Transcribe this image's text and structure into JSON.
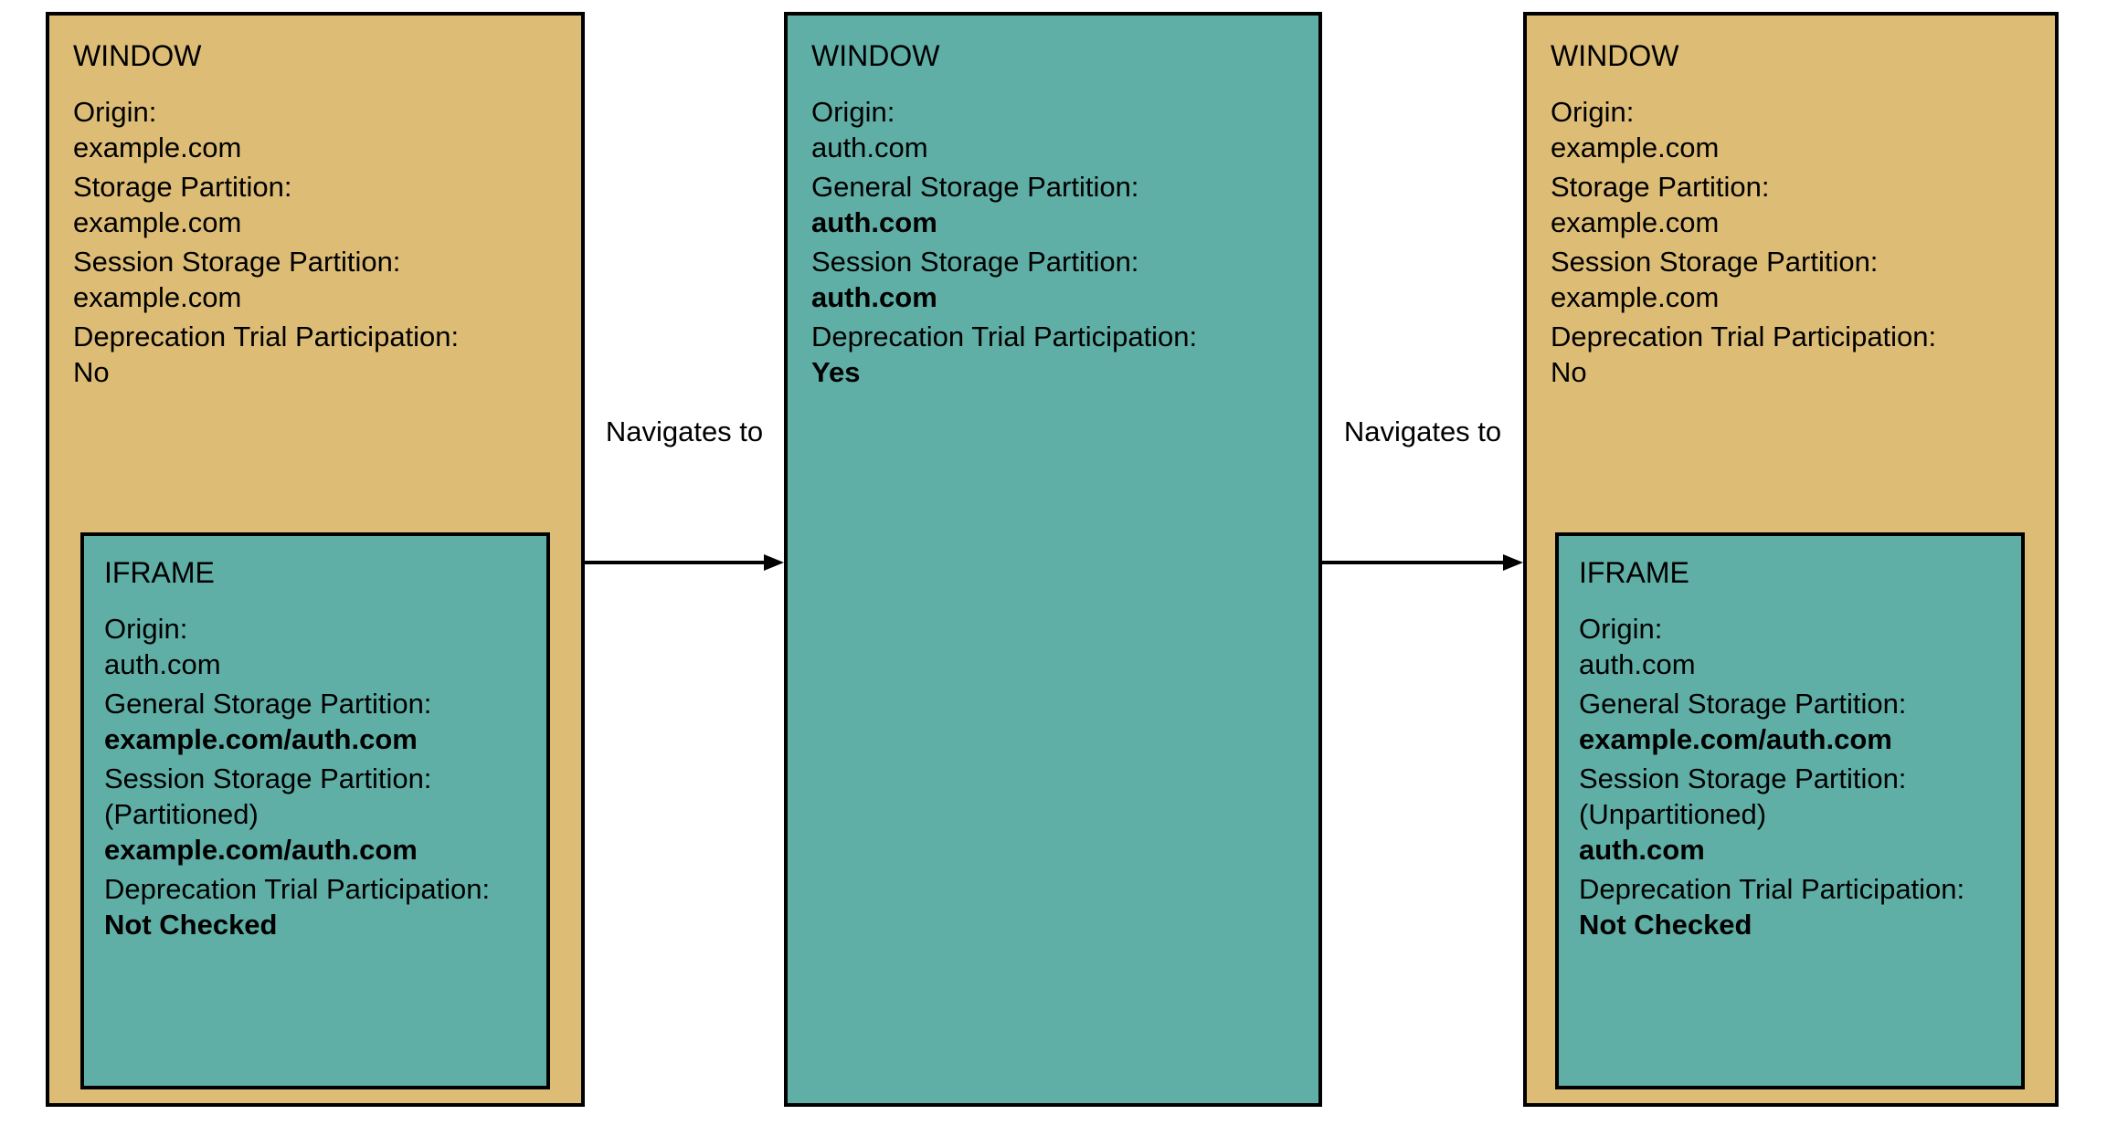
{
  "diagram": {
    "colors": {
      "window_tan": "#ddbd76",
      "window_teal": "#5fafa6",
      "iframe_teal": "#5fafa6",
      "border": "#000000",
      "background": "#ffffff"
    },
    "panels": [
      {
        "id": "window-1",
        "title": "WINDOW",
        "fill": "tan",
        "fields": [
          {
            "label": "Origin:",
            "value": "example.com",
            "bold": false
          },
          {
            "label": "Storage Partition:",
            "value": "example.com",
            "bold": false
          },
          {
            "label": "Session Storage Partition:",
            "value": "example.com",
            "bold": false
          },
          {
            "label": "Deprecation Trial Participation:",
            "value": "No",
            "bold": false
          }
        ],
        "iframe": {
          "id": "iframe-1",
          "title": "IFRAME",
          "fill": "teal",
          "fields": [
            {
              "label": "Origin:",
              "value": "auth.com",
              "bold": false
            },
            {
              "label": "General Storage Partition:",
              "value": "example.com/auth.com",
              "bold": true
            },
            {
              "label": "Session Storage Partition:",
              "sublabel": "(Partitioned)",
              "value": "example.com/auth.com",
              "bold": true
            },
            {
              "label": "Deprecation Trial Participation:",
              "value": "Not Checked",
              "bold": true
            }
          ]
        }
      },
      {
        "id": "window-2",
        "title": "WINDOW",
        "fill": "teal",
        "fields": [
          {
            "label": "Origin:",
            "value": "auth.com",
            "bold": false
          },
          {
            "label": "General Storage Partition:",
            "value": "auth.com",
            "bold": true
          },
          {
            "label": "Session Storage Partition:",
            "value": "auth.com",
            "bold": true
          },
          {
            "label": "Deprecation Trial Participation:",
            "value": "Yes",
            "bold": true
          }
        ],
        "iframe": null
      },
      {
        "id": "window-3",
        "title": "WINDOW",
        "fill": "tan",
        "fields": [
          {
            "label": "Origin:",
            "value": "example.com",
            "bold": false
          },
          {
            "label": "Storage Partition:",
            "value": "example.com",
            "bold": false
          },
          {
            "label": "Session Storage Partition:",
            "value": "example.com",
            "bold": false
          },
          {
            "label": "Deprecation Trial Participation:",
            "value": "No",
            "bold": false
          }
        ],
        "iframe": {
          "id": "iframe-3",
          "title": "IFRAME",
          "fill": "teal",
          "fields": [
            {
              "label": "Origin:",
              "value": "auth.com",
              "bold": false
            },
            {
              "label": "General Storage Partition:",
              "value": "example.com/auth.com",
              "bold": true
            },
            {
              "label": "Session Storage Partition:",
              "sublabel": "(Unpartitioned)",
              "value": "auth.com",
              "bold": true
            },
            {
              "label": "Deprecation Trial Participation:",
              "value": "Not Checked",
              "bold": true
            }
          ]
        }
      }
    ],
    "arrows": [
      {
        "id": "arrow-1",
        "label": "Navigates to",
        "direction": "right"
      },
      {
        "id": "arrow-2",
        "label": "Navigates to",
        "direction": "right"
      }
    ]
  }
}
